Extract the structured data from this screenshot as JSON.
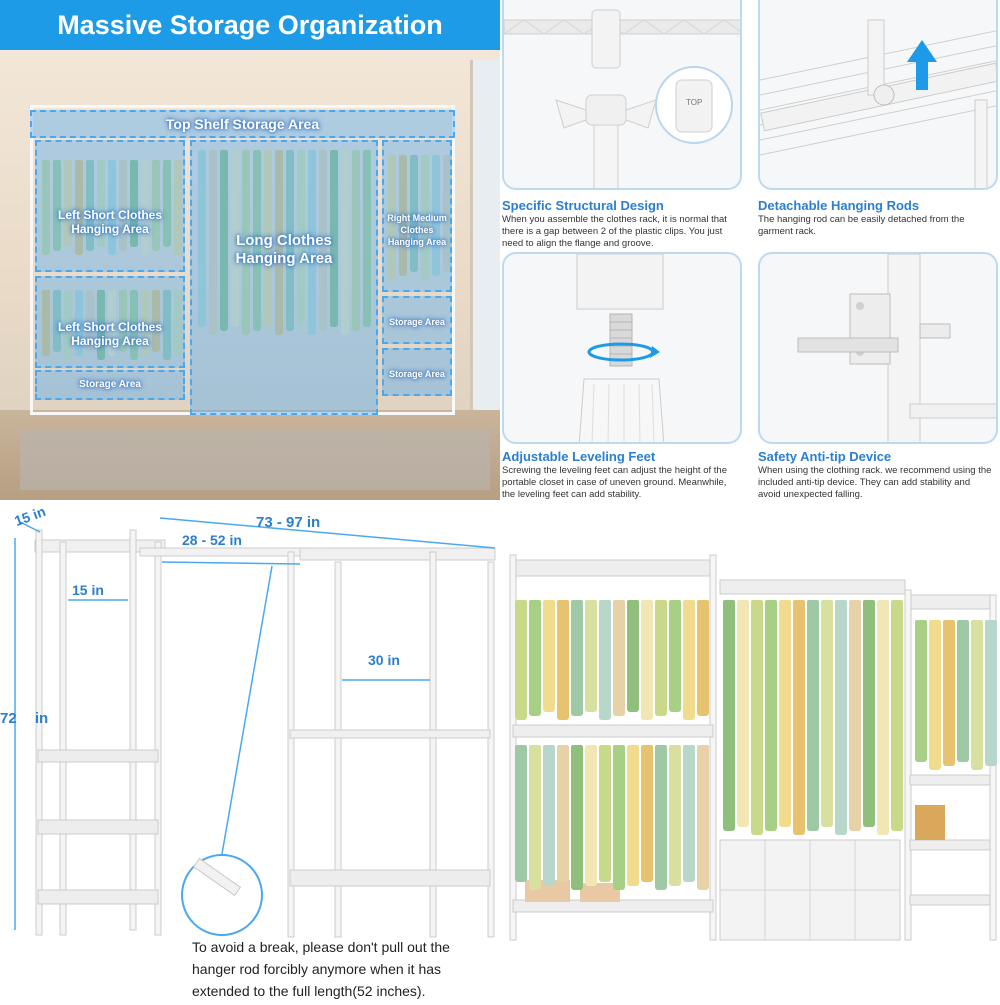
{
  "hero": {
    "title": "Massive Storage Organization",
    "zones": {
      "top_shelf": "Top Shelf Storage Area",
      "left_short_1": "Left Short Clothes Hanging Area",
      "left_short_2": "Left Short Clothes Hanging Area",
      "long": "Long Clothes Hanging Area",
      "right_medium": "Right Medium Clothes Hanging Area",
      "storage_left": "Storage Area",
      "storage_right_1": "Storage Area",
      "storage_right_2": "Storage Area"
    }
  },
  "features": [
    {
      "title": "Specific Structural Design",
      "text": "When you assemble the clothes rack, it is normal that there is a gap between 2 of the plastic clips. You just need to align the flange and groove.",
      "badge": "TOP"
    },
    {
      "title": "Detachable Hanging Rods",
      "text": "The hanging rod can be easily detached from the garment rack."
    },
    {
      "title": "Adjustable Leveling Feet",
      "text": "Screwing the leveling feet can adjust the height of the portable closet in case of uneven ground. Meanwhile, the leveling feet can add stability."
    },
    {
      "title": "Safety Anti-tip Device",
      "text": "When using the clothing rack. we recommend using the included anti-tip device. They can add stability and avoid unexpected falling."
    }
  ],
  "dimensions": {
    "depth": "15 in",
    "total_width": "73 - 97 in",
    "rod_width": "28 - 52 in",
    "left_width": "15 in",
    "height": "72 in",
    "right_width": "30 in",
    "note": "To avoid a break, please don't pull out the hanger rod forcibly anymore when it has extended to the full length(52 inches)."
  },
  "colors": {
    "accent": "#1e9be6",
    "title_blue": "#2a7fd0"
  }
}
